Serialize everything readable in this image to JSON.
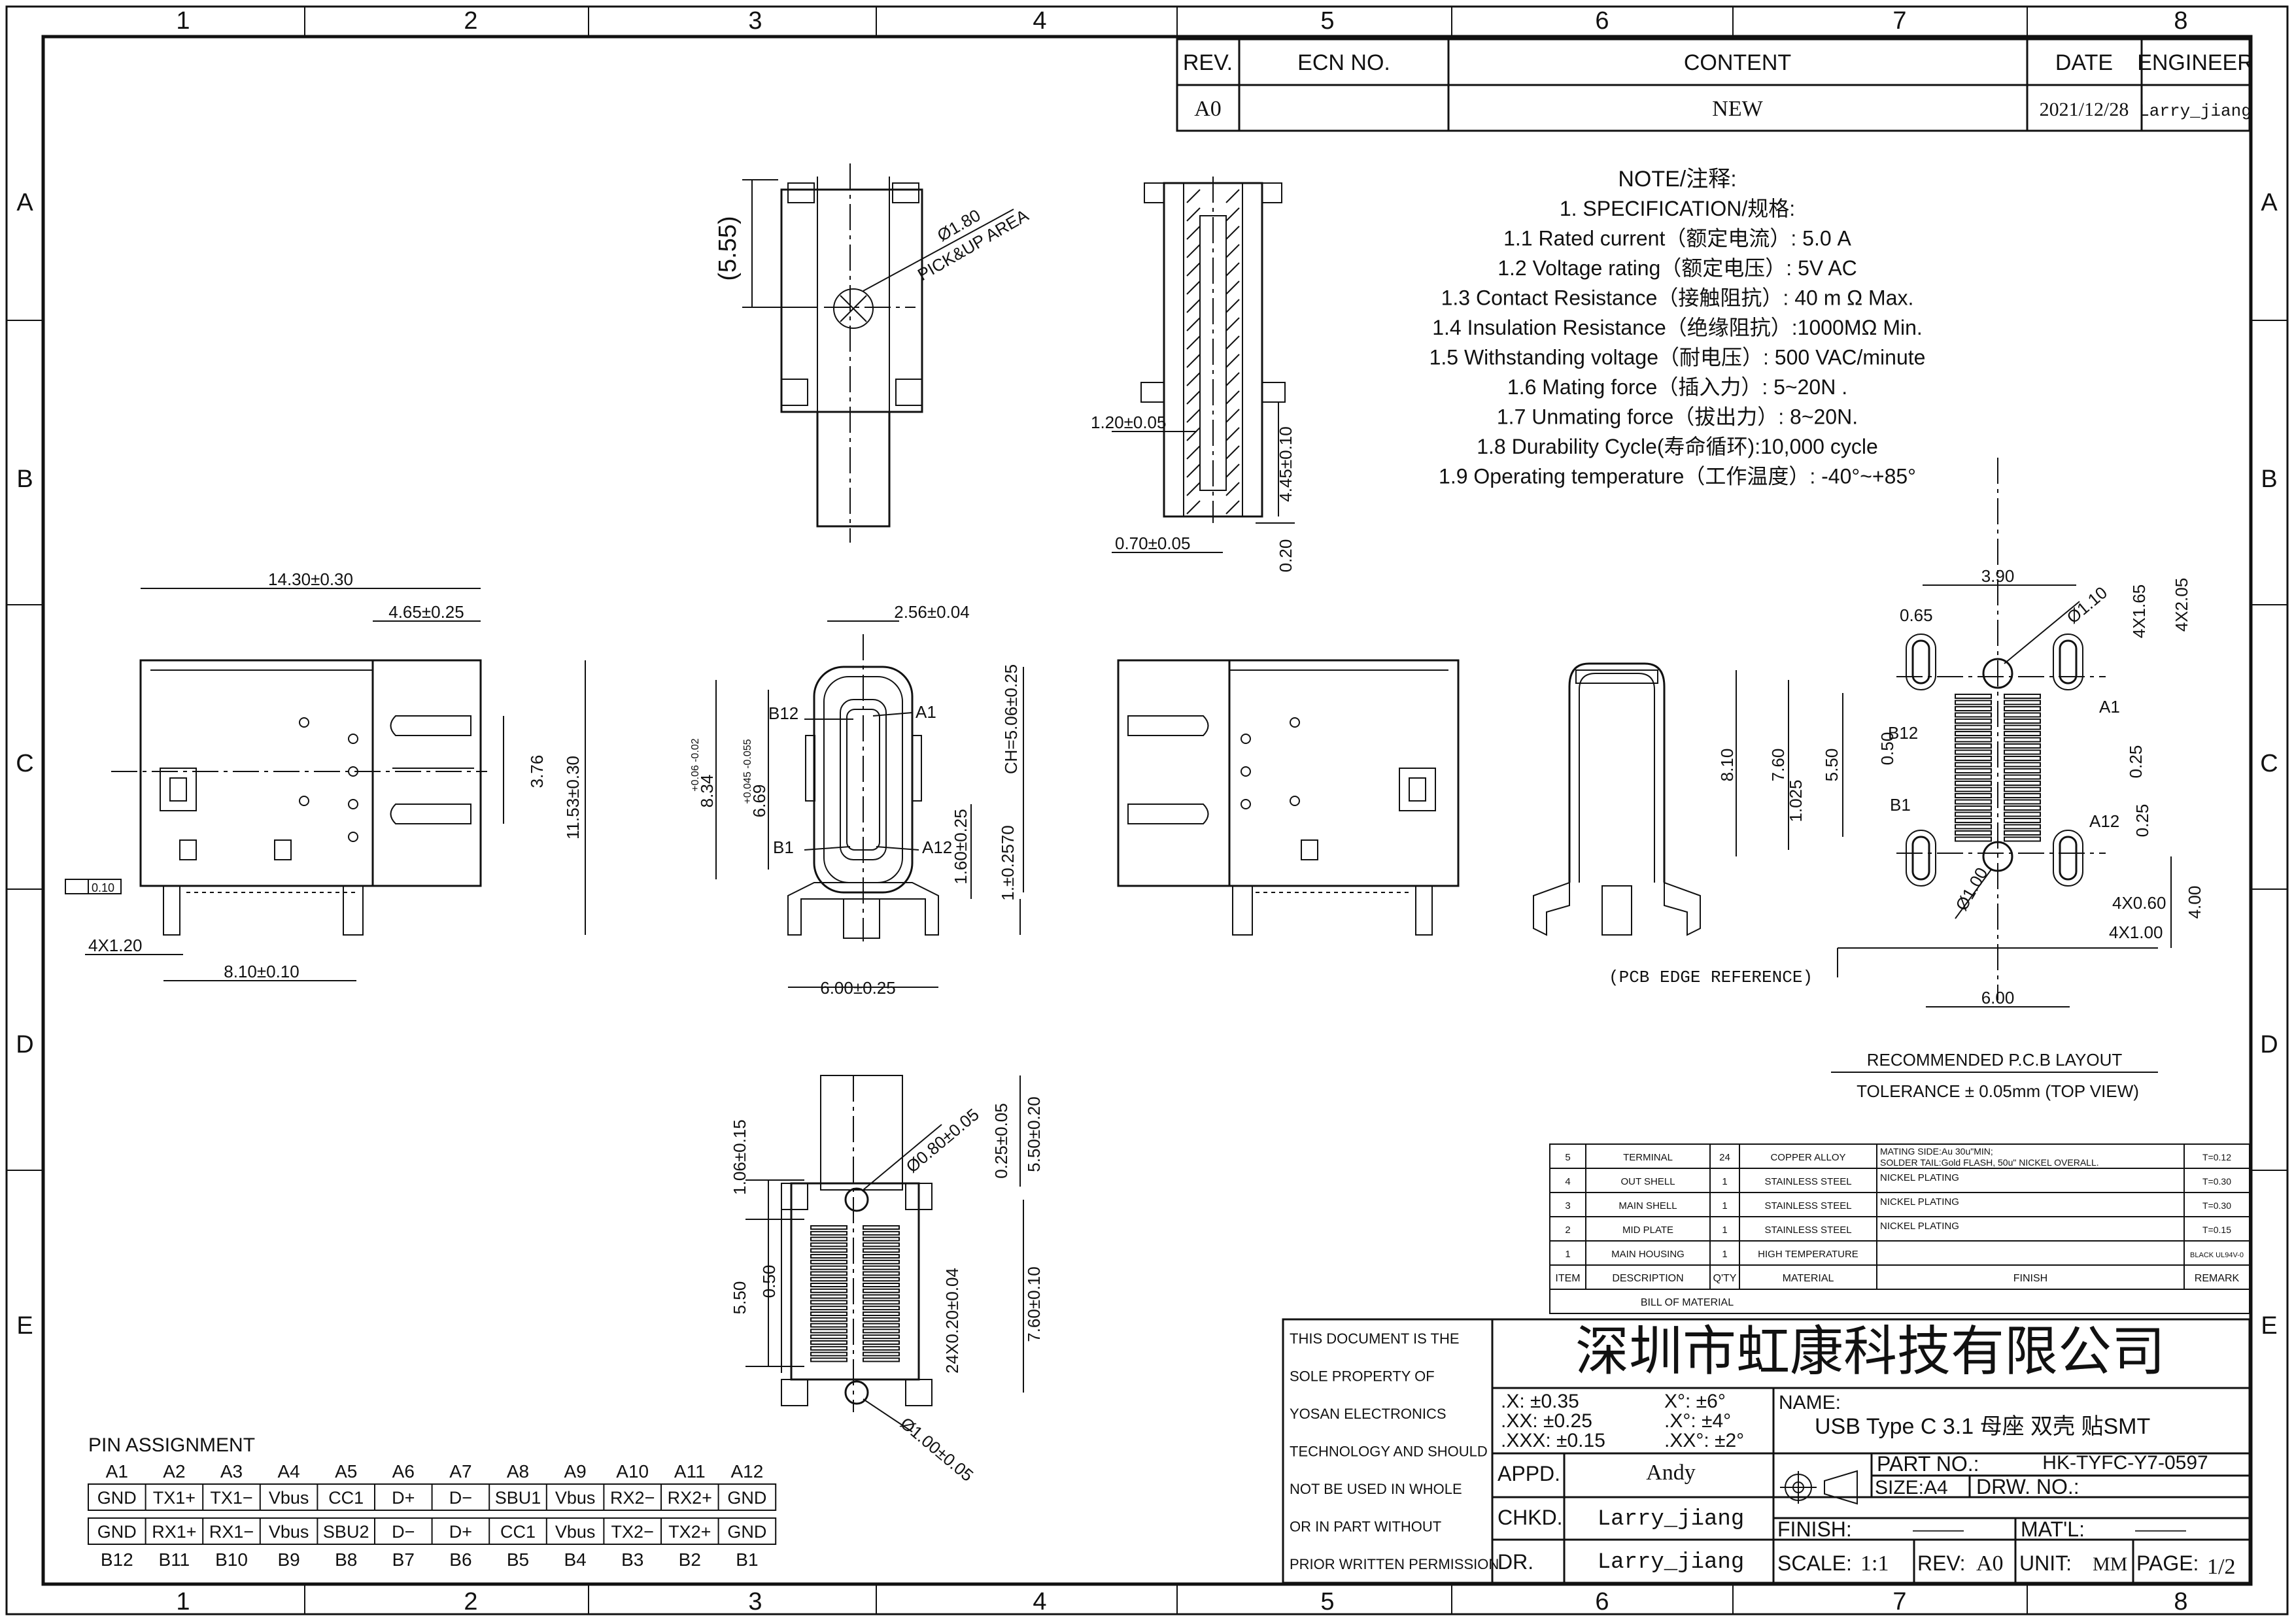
{
  "frame": {
    "col_markers": [
      "1",
      "2",
      "3",
      "4",
      "5",
      "6",
      "7",
      "8"
    ],
    "row_markers": [
      "A",
      "B",
      "C",
      "D",
      "E"
    ]
  },
  "revision": {
    "headers": [
      "REV.",
      "ECN  NO.",
      "CONTENT",
      "DATE",
      "ENGINEER"
    ],
    "row": {
      "rev": "A0",
      "ecn": "",
      "content": "NEW",
      "date": "2021/12/28",
      "engineer": "Larry_jiang"
    }
  },
  "notes": {
    "title": "NOTE/注释:",
    "lines": [
      "1. SPECIFICATION/规格:",
      "1.1  Rated current（额定电流）: 5.0 A",
      "1.2 Voltage rating（额定电压）: 5V AC",
      "1.3  Contact Resistance（接触阻抗）: 40 m Ω Max.",
      "1.4  Insulation Resistance（绝缘阻抗）:1000MΩ Min.",
      "1.5  Withstanding voltage（耐电压）: 500 VAC/minute",
      "1.6  Mating force（插入力）: 5~20N .",
      "1.7  Unmating force（拔出力）: 8~20N.",
      "1.8  Durability Cycle(寿命循环):10,000  cycle",
      "1.9 Operating temperature（工作温度）: -40°~+85°"
    ]
  },
  "dimensions": {
    "top_view": {
      "height": "(5.55)",
      "pick_dia": "Ø1.80",
      "pick_label": "PICK&UP AREA"
    },
    "side_view": {
      "d1": "1.20±0.05",
      "d2": "4.45±0.10",
      "d3": "0.70±0.05",
      "d4": "0.20"
    },
    "left_view": {
      "w": "14.30±0.30",
      "w2": "4.65±0.25",
      "h": "3.76",
      "h2": "11.53±0.30",
      "flat": "0.10",
      "pitch": "4X1.20",
      "span": "8.10±0.10"
    },
    "front_view": {
      "w": "2.56±0.04",
      "h": "8.34",
      "h_tol": "+0.06 -0.02",
      "h2": "6.69",
      "h2_tol": "+0.045 -0.055",
      "ch": "CH=5.06±0.25",
      "d1": "1.60±0.25",
      "d2": "1.±0.2570",
      "span": "6.00±0.25",
      "b12": "B12",
      "a1": "A1",
      "b1": "B1",
      "a12": "A12"
    },
    "pcb": {
      "d390": "3.90",
      "d065": "0.65",
      "d110": "Ø1.10",
      "d165": "4X1.65",
      "d205": "4X2.05",
      "d810": "8.10",
      "d760": "7.60",
      "d550": "5.50",
      "d050": "0.50",
      "d025a": "0.25",
      "d1025": "1.025",
      "d025b": "0.25",
      "d100": "Ø1.00",
      "d060": "4X0.60",
      "d100b": "4X1.00",
      "d400": "4.00",
      "d600": "6.00",
      "b12": "B12",
      "a1": "A1",
      "b1": "B1",
      "a12": "A12",
      "edge": "(PCB EDGE REFERENCE)"
    },
    "bottom_view": {
      "d1": "1.06±0.15",
      "d2": "Ø0.80±0.05",
      "d3": "0.25±0.05",
      "d4": "5.50±0.20",
      "d5": "0.50",
      "d6": "5.50",
      "d7": "24X0.20±0.04",
      "d8": "7.60±0.10",
      "d9": "Ø1.00±0.05"
    }
  },
  "pcb_layout": {
    "title": "RECOMMENDED P.C.B LAYOUT",
    "tolerance": "TOLERANCE ± 0.05mm (TOP VIEW)"
  },
  "bom": {
    "title": "BILL OF MATERIAL",
    "headers": [
      "ITEM",
      "DESCRIPTION",
      "Q'TY",
      "MATERIAL",
      "FINISH",
      "REMARK"
    ],
    "rows": [
      {
        "item": "5",
        "desc": "TERMINAL",
        "qty": "24",
        "mat": "COPPER ALLOY",
        "finish": "MATING SIDE:Au 30u\"MIN;",
        "finish2": "SOLDER TAIL:Gold FLASH, 50u\" NICKEL OVERALL.",
        "remark": "T=0.12"
      },
      {
        "item": "4",
        "desc": "OUT SHELL",
        "qty": "1",
        "mat": "STAINLESS STEEL",
        "finish": "NICKEL PLATING",
        "finish2": "",
        "remark": "T=0.30"
      },
      {
        "item": "3",
        "desc": "MAIN SHELL",
        "qty": "1",
        "mat": "STAINLESS STEEL",
        "finish": "NICKEL PLATING",
        "finish2": "",
        "remark": "T=0.30"
      },
      {
        "item": "2",
        "desc": "MID PLATE",
        "qty": "1",
        "mat": "STAINLESS STEEL",
        "finish": "NICKEL PLATING",
        "finish2": "",
        "remark": "T=0.15"
      },
      {
        "item": "1",
        "desc": "MAIN HOUSING",
        "qty": "1",
        "mat": "HIGH TEMPERATURE",
        "finish": "",
        "finish2": "",
        "remark": "BLACK UL94V-0"
      }
    ]
  },
  "pin_assignment": {
    "title": "PIN ASSIGNMENT",
    "top_labels": [
      "A1",
      "A2",
      "A3",
      "A4",
      "A5",
      "A6",
      "A7",
      "A8",
      "A9",
      "A10",
      "A11",
      "A12"
    ],
    "top_signals": [
      "GND",
      "TX1+",
      "TX1−",
      "Vbus",
      "CC1",
      "D+",
      "D−",
      "SBU1",
      "Vbus",
      "RX2−",
      "RX2+",
      "GND"
    ],
    "bottom_signals": [
      "GND",
      "RX1+",
      "RX1−",
      "Vbus",
      "SBU2",
      "D−",
      "D+",
      "CC1",
      "Vbus",
      "TX2−",
      "TX2+",
      "GND"
    ],
    "bottom_labels": [
      "B12",
      "B11",
      "B10",
      "B9",
      "B8",
      "B7",
      "B6",
      "B5",
      "B4",
      "B3",
      "B2",
      "B1"
    ]
  },
  "title_block": {
    "property_lines": [
      "THIS DOCUMENT IS THE",
      "SOLE PROPERTY OF",
      "YOSAN ELECTRONICS",
      "TECHNOLOGY AND SHOULD",
      "NOT BE USED IN WHOLE",
      "OR IN PART WITHOUT",
      "PRIOR WRITTEN PERMISSION."
    ],
    "company": "深圳市虹康科技有限公司",
    "tolerances": [
      [
        ".X: ±0.35",
        "X°: ±6°"
      ],
      [
        ".XX: ±0.25",
        ".X°: ±4°"
      ],
      [
        ".XXX: ±0.15",
        ".XX°: ±2°"
      ]
    ],
    "name_label": "NAME:",
    "name_value": "USB Type C 3.1 母座 双壳 贴SMT",
    "appd_label": "APPD.",
    "appd_value": "Andy",
    "chkd_label": "CHKD.",
    "chkd_value": "Larry_jiang",
    "dr_label": "DR.",
    "dr_value": "Larry_jiang",
    "part_label": "PART NO.:",
    "part_value": "HK-TYFC-Y7-0597",
    "size_label": "SIZE:A4",
    "drw_label": "DRW.  NO.:",
    "finish_label": "FINISH:",
    "finish_value": "———",
    "matl_label": "MAT'L:",
    "matl_value": "———",
    "scale_label": "SCALE:",
    "scale_value": "1:1",
    "rev_label": "REV:",
    "rev_value": "A0",
    "unit_label": "UNIT:",
    "unit_value": "MM",
    "page_label": "PAGE:",
    "page_value": "1/2"
  }
}
